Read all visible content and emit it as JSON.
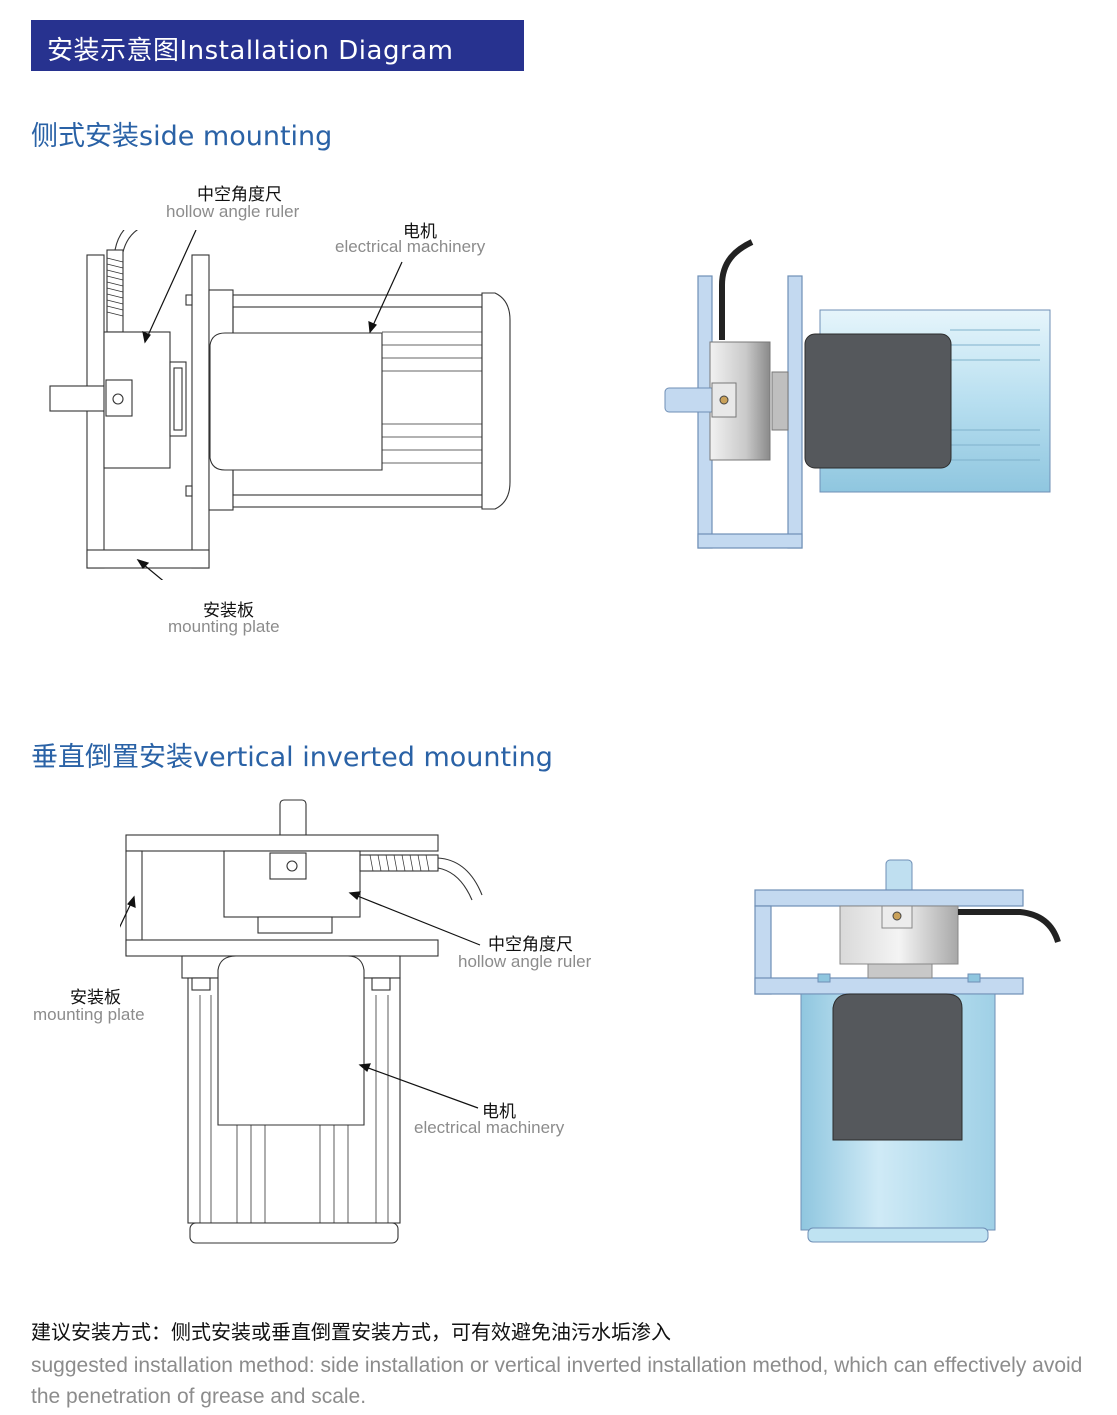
{
  "header": {
    "title": "安装示意图Installation Diagram"
  },
  "side": {
    "title": "侧式安装side mounting",
    "ruler_cn": "中空角度尺",
    "ruler_en": "hollow angle ruler",
    "motor_cn": "电机",
    "motor_en": "electrical machinery",
    "plate_cn": "安装板",
    "plate_en": "mounting plate"
  },
  "vertical": {
    "title": "垂直倒置安装vertical inverted mounting",
    "ruler_cn": "中空角度尺",
    "ruler_en": "hollow angle ruler",
    "plate_cn": "安装板",
    "plate_en": "mounting plate",
    "motor_cn": "电机",
    "motor_en": "electrical machinery"
  },
  "note": {
    "cn": "建议安装方式：侧式安装或垂直倒置安装方式，可有效避免油污水垢渗入",
    "en": "suggested installation method: side installation or vertical inverted installation method, which can effectively avoid the penetration of grease and scale."
  },
  "colors": {
    "banner": "#27328f",
    "section_title": "#2a62a6",
    "plate_blue": "#c3d9f0",
    "motor_blue": "#bfe3f2"
  }
}
